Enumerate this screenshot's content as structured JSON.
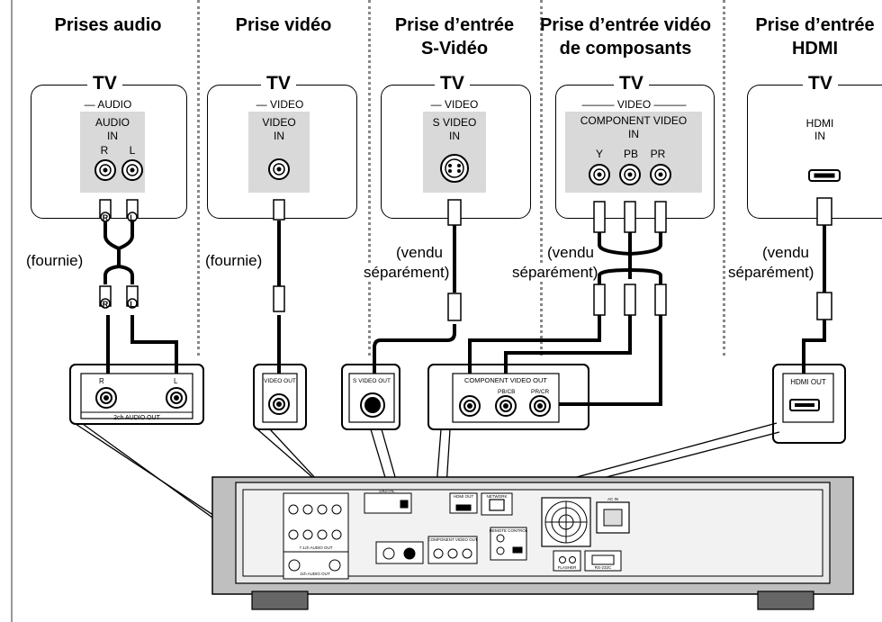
{
  "headers": {
    "audio": "Prises audio",
    "video": "Prise vidéo",
    "svideo_1": "Prise d’entrée",
    "svideo_2": "S-Vidéo",
    "component_1": "Prise d’entrée vidéo",
    "component_2": "de composants",
    "hdmi_1": "Prise d’entrée",
    "hdmi_2": "HDMI"
  },
  "tv": {
    "tv_label": "TV",
    "audio_group": "AUDIO",
    "audio_in_1": "AUDIO",
    "audio_in_2": "IN",
    "audio_r": "R",
    "audio_l": "L",
    "video_group": "VIDEO",
    "video_in_1": "VIDEO",
    "video_in_2": "IN",
    "svideo_group": "VIDEO",
    "svideo_in_1": "S VIDEO",
    "svideo_in_2": "IN",
    "comp_group": "VIDEO",
    "comp_in_1": "COMPONENT VIDEO",
    "comp_in_2": "IN",
    "comp_y": "Y",
    "comp_pb": "PB",
    "comp_pr": "PR",
    "hdmi_in_1": "HDMI",
    "hdmi_in_2": "IN"
  },
  "cables": {
    "audio": "(fournie)",
    "video": "(fournie)",
    "svideo_1": "(vendu",
    "svideo_2": "séparément)",
    "comp_1": "(vendu",
    "comp_2": "séparément)",
    "hdmi_1": "(vendu",
    "hdmi_2": "séparément)",
    "plug_r": "R",
    "plug_l": "L"
  },
  "player": {
    "audio_r": "R",
    "audio_l": "L",
    "audio_out": "2ch AUDIO OUT",
    "video_out": "VIDEO OUT",
    "svideo_out": "S VIDEO OUT",
    "comp_out": "COMPONENT VIDEO OUT",
    "comp_pb": "PB/CB",
    "comp_pr": "PR/CR",
    "hdmi_out": "HDMI OUT"
  },
  "rear": {
    "ch71": "7.1ch AUDIO OUT",
    "ch2": "2ch AUDIO OUT",
    "digital": "DIGITAL",
    "hdmi": "HDMI OUT",
    "network": "NETWORK",
    "remote": "REMOTE CONTROL",
    "component": "COMPONENT VIDEO OUT",
    "ac": "AC IN",
    "flasher": "FLASHER",
    "rs232c": "RS-232C"
  }
}
